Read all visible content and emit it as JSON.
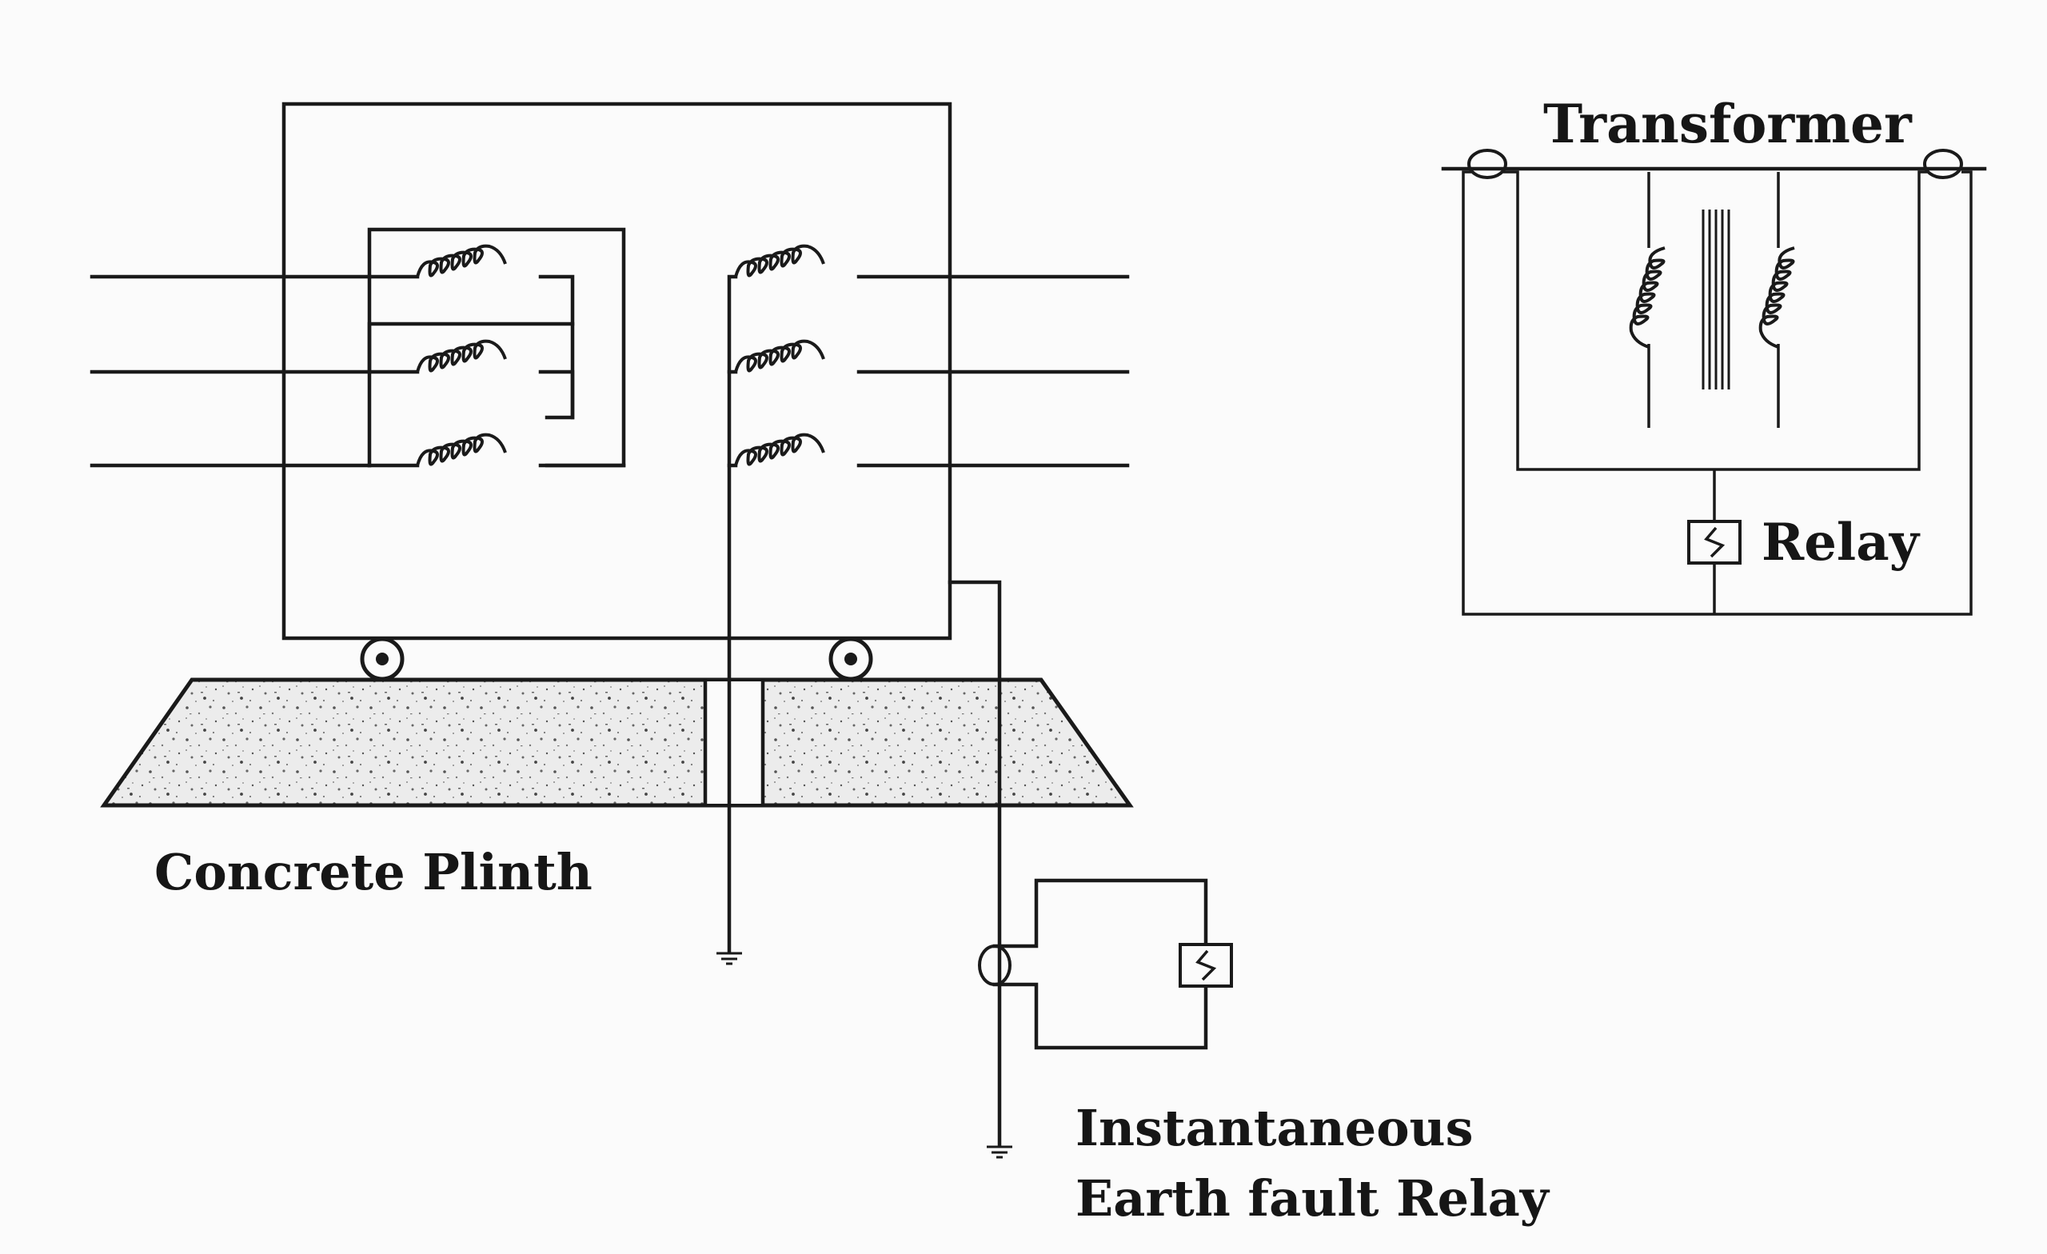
{
  "labels": {
    "transformer": "Transformer",
    "relay": "Relay",
    "concrete_plinth": "Concrete Plinth",
    "instantaneous": "Instantaneous",
    "earth_fault_relay": "Earth fault Relay"
  }
}
